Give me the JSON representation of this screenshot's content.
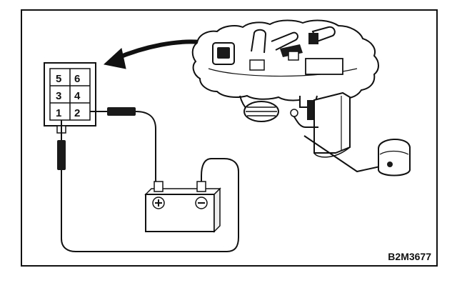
{
  "diagram": {
    "figure_code": "B2M3677",
    "connector": {
      "pins": [
        {
          "label": "5"
        },
        {
          "label": "6"
        },
        {
          "label": "3"
        },
        {
          "label": "4"
        },
        {
          "label": "1"
        },
        {
          "label": "2"
        }
      ]
    },
    "battery": {
      "positive_symbol": "⊕",
      "negative_symbol": "⊖"
    },
    "icons": [
      "arrow-curved-icon",
      "fuel-pump-assembly",
      "battery-icon",
      "connector-icon"
    ],
    "colors": {
      "line": "#111111",
      "background": "#ffffff",
      "fill_dark": "#1a1a1a",
      "fill_light": "#e8e8e8"
    }
  }
}
